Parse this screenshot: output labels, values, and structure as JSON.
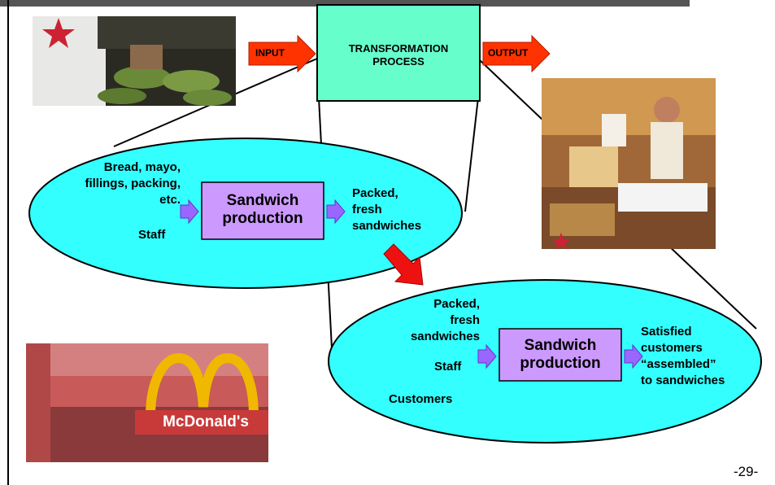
{
  "top_box": {
    "line1": "TRANSFORMATION",
    "line2": "PROCESS",
    "fill": "#66ffcc"
  },
  "arrows": {
    "input": "INPUT",
    "output": "OUTPUT",
    "arrow_color": "#ff3300"
  },
  "ellipse1": {
    "inputs_lines": [
      "Bread, mayo,",
      "fillings, packing,",
      "etc."
    ],
    "staff": "Staff",
    "process_line1": "Sandwich",
    "process_line2": "production",
    "outputs_lines": [
      "Packed,",
      "fresh",
      "sandwiches"
    ]
  },
  "ellipse2": {
    "inputs_lines": [
      "Packed,",
      "fresh",
      "sandwiches"
    ],
    "staff": "Staff",
    "customers": "Customers",
    "process_line1": "Sandwich",
    "process_line2": "production",
    "outputs_lines": [
      "Satisfied",
      "customers",
      "“assembled”",
      "to sandwiches"
    ]
  },
  "photos": {
    "mcdonalds_sign": "McDonald's"
  },
  "colors": {
    "ellipse": "#33ffff",
    "process_box": "#cc99ff",
    "small_arrow": "#9966ff"
  },
  "page_number": "-29-"
}
